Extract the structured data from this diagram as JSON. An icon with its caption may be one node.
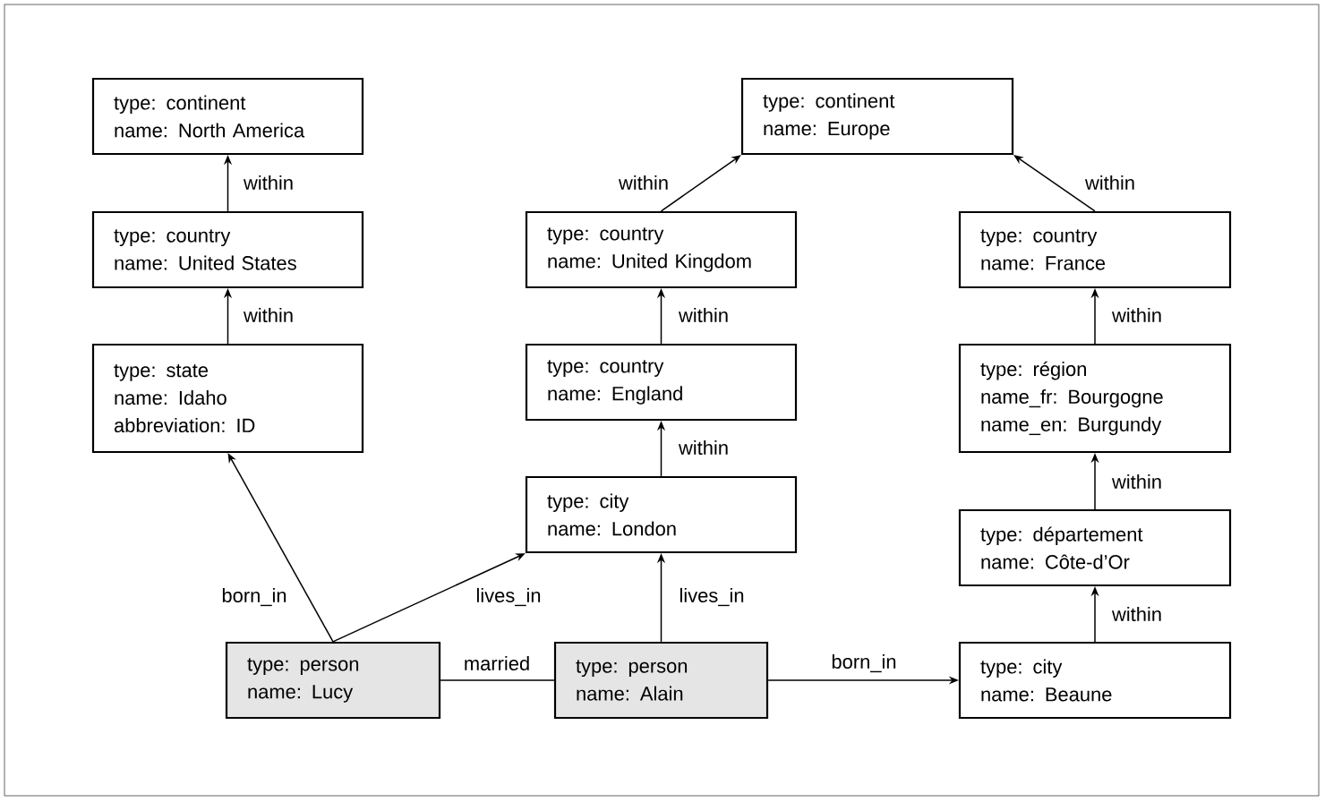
{
  "diagram": {
    "nodes": [
      {
        "text": [
          "type: continent",
          "name: North America"
        ]
      },
      {
        "text": [
          "type: country",
          "name: United States"
        ]
      },
      {
        "text": [
          "type: state",
          "name: Idaho",
          "abbreviation: ID"
        ]
      },
      {
        "text": [
          "type: continent",
          "name: Europe"
        ]
      },
      {
        "text": [
          "type: country",
          "name: United Kingdom"
        ]
      },
      {
        "text": [
          "type: country",
          "name: England"
        ]
      },
      {
        "text": [
          "type: city",
          "name: London"
        ]
      },
      {
        "text": [
          "type: country",
          "name: France"
        ]
      },
      {
        "text": [
          "type: région",
          "name_fr: Bourgogne",
          "name_en: Burgundy"
        ]
      },
      {
        "text": [
          "type: département",
          "name: Côte-d’Or"
        ]
      },
      {
        "text": [
          "type: person",
          "name: Lucy"
        ]
      },
      {
        "text": [
          "type: person",
          "name: Alain"
        ]
      },
      {
        "text": [
          "type: city",
          "name: Beaune"
        ]
      }
    ],
    "edges": [
      {
        "from": 1,
        "to": 0,
        "arrow": "to",
        "label": "within"
      },
      {
        "from": 2,
        "to": 1,
        "arrow": "to",
        "label": "within"
      },
      {
        "from": 10,
        "to": 2,
        "arrow": "to",
        "label": "born_in"
      },
      {
        "from": 10,
        "to": 6,
        "arrow": "to",
        "label": "lives_in"
      },
      {
        "from": 11,
        "to": 6,
        "arrow": "to",
        "label": "lives_in"
      },
      {
        "from": 10,
        "to": 11,
        "arrow": "none",
        "label": "married"
      },
      {
        "from": 11,
        "to": 12,
        "arrow": "to",
        "label": "born_in"
      },
      {
        "from": 6,
        "to": 5,
        "arrow": "to",
        "label": "within"
      },
      {
        "from": 5,
        "to": 4,
        "arrow": "to",
        "label": "within"
      },
      {
        "from": 4,
        "to": 3,
        "arrow": "to",
        "label": "within"
      },
      {
        "from": 7,
        "to": 3,
        "arrow": "to",
        "label": "within"
      },
      {
        "from": 8,
        "to": 7,
        "arrow": "to",
        "label": "within"
      },
      {
        "from": 9,
        "to": 8,
        "arrow": "to",
        "label": "within"
      },
      {
        "from": 12,
        "to": 9,
        "arrow": "to",
        "label": "within"
      }
    ]
  }
}
